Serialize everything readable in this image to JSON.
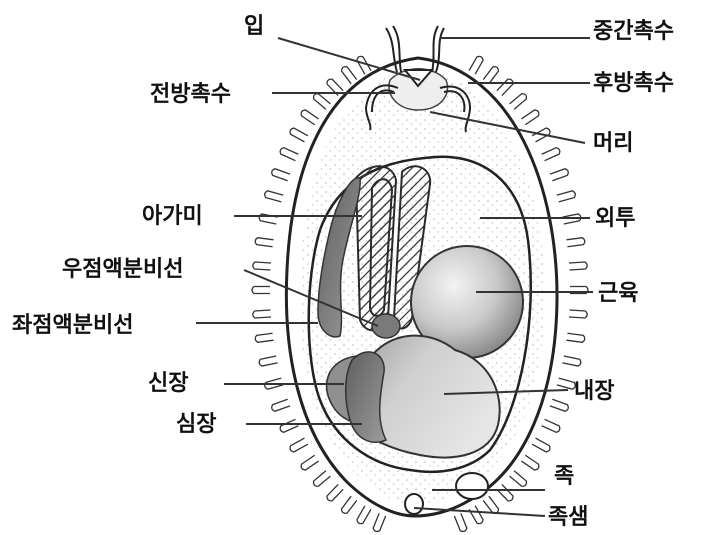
{
  "diagram": {
    "labels": {
      "mouth": "입",
      "middle_cirrus": "중간촉수",
      "anterior_cirrus": "전방촉수",
      "posterior_cirrus": "후방촉수",
      "head": "머리",
      "gill": "아가미",
      "mantle": "외투",
      "right_mucous_gland": "우점액분비선",
      "muscle": "근육",
      "left_mucous_gland": "좌점액분비선",
      "kidney": "신장",
      "viscera": "내장",
      "heart": "심장",
      "foot": "족",
      "foot_gland": "족샘"
    },
    "colors": {
      "ink": "#111111",
      "shell_fill": "#f4f4f4",
      "stipple": "#b8b8b8",
      "muscle_light": "#f2f2f2",
      "muscle_dark": "#8a8a8a",
      "organ_dark": "#6f6f6f",
      "organ_light": "#d8d8d8"
    }
  }
}
